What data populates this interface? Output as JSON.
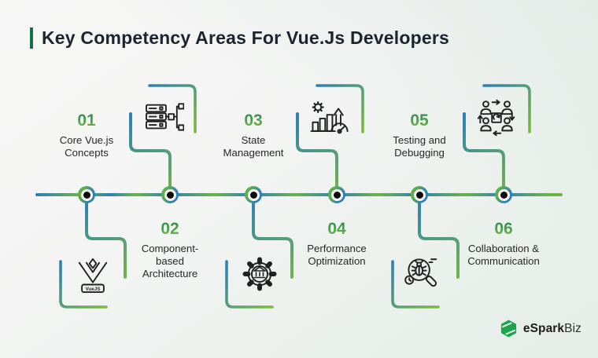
{
  "title": {
    "text": "Key Competency Areas For Vue.Js Developers"
  },
  "timeline": {
    "items": [
      {
        "number": "01",
        "label": "Core Vue.js Concepts",
        "icon": "vuejs-logo-icon",
        "icon_badge": "VueJS",
        "label_position": "above-line",
        "icon_position": "below-line"
      },
      {
        "number": "02",
        "label": "Component-based Architecture",
        "icon": "server-structure-icon",
        "label_position": "below-line",
        "icon_position": "above-line"
      },
      {
        "number": "03",
        "label": "State Management",
        "icon": "gear-building-icon",
        "label_position": "above-line",
        "icon_position": "below-line"
      },
      {
        "number": "04",
        "label": "Performance Optimization",
        "icon": "performance-gauge-icon",
        "label_position": "below-line",
        "icon_position": "above-line"
      },
      {
        "number": "05",
        "label": "Testing and Debugging",
        "icon": "bug-magnifier-icon",
        "label_position": "above-line",
        "icon_position": "below-line"
      },
      {
        "number": "06",
        "label": "Collaboration & Communication",
        "icon": "people-collaboration-icon",
        "label_position": "below-line",
        "icon_position": "above-line"
      }
    ]
  },
  "brand": {
    "bold": "eSpark",
    "regular": "Biz"
  },
  "colors": {
    "accent_bar": "#156f4a",
    "line_blue": "#2f80b4",
    "line_green": "#6fb14c",
    "number_green": "#3f9752",
    "title_text": "#1b2431",
    "brand_green": "#1ba54e"
  }
}
